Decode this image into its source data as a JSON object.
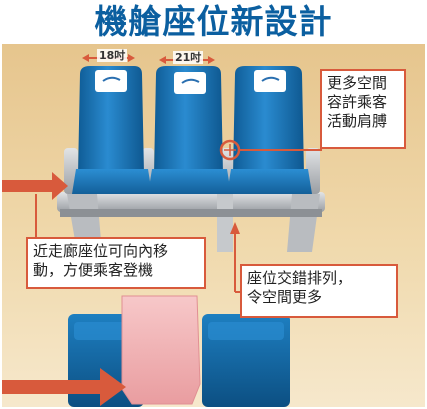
{
  "title": "機艙座位新設計",
  "dimensions": {
    "aisle_seat_width": "18吋",
    "middle_seat_width": "21吋"
  },
  "callouts": {
    "shoulder_space": "更多空間\n容許乘客\n活動肩膊",
    "aisle_seat_move": "近走廊座位可向內移\n動，方便乘客登機",
    "staggered": "座位交錯排列，\n令空間更多"
  },
  "colors": {
    "title": "#0b5fa0",
    "seat_blue": "#1a75b8",
    "callout_border": "#d85a3c",
    "arrow": "#d85a3c",
    "middle_seat_pink": "#f3b6b8"
  }
}
